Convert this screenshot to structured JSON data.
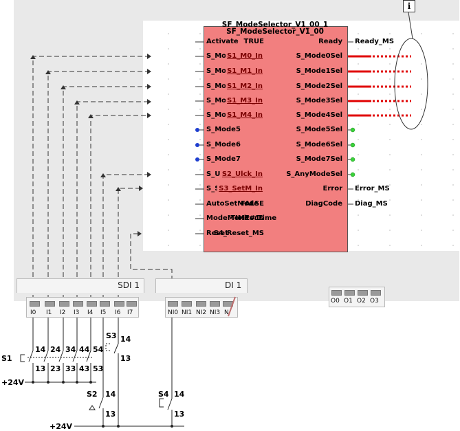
{
  "fb": {
    "instance_name": "SF_ModeSelector_V1_00_1",
    "type_name": "SF_ModeSelector_V1_00",
    "inputs": [
      "Activate",
      "S_Mode0",
      "S_Mode1",
      "S_Mode2",
      "S_Mode3",
      "S_Mode4",
      "S_Mode5",
      "S_Mode6",
      "S_Mode7",
      "S_Unlock",
      "S_SetMode",
      "AutoSetMode",
      "ModeMonitorTime",
      "Reset"
    ],
    "outputs": [
      "Ready",
      "S_Mode0Sel",
      "S_Mode1Sel",
      "S_Mode2Sel",
      "S_Mode3Sel",
      "S_Mode4Sel",
      "S_Mode5Sel",
      "S_Mode6Sel",
      "S_Mode7Sel",
      "S_AnyModeSel",
      "Error",
      "DiagCode"
    ]
  },
  "input_values": {
    "activate": "TRUE",
    "mode0": "S1_M0_In",
    "mode1": "S1_M1_In",
    "mode2": "S1_M2_In",
    "mode3": "S1_M3_In",
    "mode4": "S1_M4_In",
    "unlock": "S2_Ulck_In",
    "setmode": "S3_SetM_In",
    "autosetmode": "FALSE",
    "monitortime": "TIME#1s",
    "reset": "S4_Reset_MS"
  },
  "output_values": {
    "ready": "Ready_MS",
    "error": "Error_MS",
    "diagcode": "Diag_MS"
  },
  "modules": {
    "sdi": {
      "title": "SDI 1",
      "terminals": [
        "I0",
        "I1",
        "I2",
        "I3",
        "I4",
        "I5",
        "I6",
        "I7"
      ]
    },
    "di": {
      "title": "DI 1",
      "terminals": [
        "NI0",
        "NI1",
        "NI2",
        "NI3",
        "N"
      ]
    },
    "out": {
      "terminals": [
        "O0",
        "O1",
        "O2",
        "O3"
      ]
    }
  },
  "info_icon_glyph": "i",
  "switches": {
    "s1": "S1",
    "s1_top": [
      "14",
      "24",
      "34",
      "44",
      "54"
    ],
    "s1_bottom": [
      "13",
      "23",
      "33",
      "43",
      "53"
    ],
    "s2": "S2",
    "s3": "S3",
    "s4": "S4",
    "n14": "14",
    "n13": "13"
  },
  "supply": {
    "label1": "+24V",
    "label2": "+24V"
  },
  "colors": {
    "fb_fill": "#f27f7f",
    "active_wire": "#e00000",
    "dot_blue": "#1f3fd0",
    "dot_green": "#3bd13b"
  }
}
